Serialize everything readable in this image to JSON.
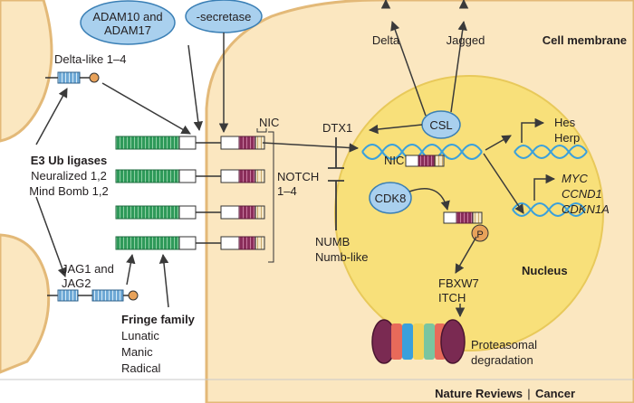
{
  "enzymes": {
    "adam": [
      "ADAM10 and",
      "ADAM17"
    ],
    "secretase": "-secretase",
    "dtx1": "DTX1",
    "cdk8": "CDK8",
    "csl": "CSL",
    "phospho": "P"
  },
  "ligands": {
    "delta_like": "Delta-like 1–4",
    "jag": [
      "JAG1 and",
      "JAG2"
    ],
    "delta_out": "Delta",
    "jagged_out": "Jagged"
  },
  "e3": {
    "title": "E3 Ub ligases",
    "lines": [
      "Neuralized 1,2",
      "Mind Bomb 1,2"
    ]
  },
  "fringe": {
    "title": "Fringe family",
    "members": [
      "Lunatic",
      "Manic",
      "Radical"
    ]
  },
  "receptor": {
    "nic_top": "NIC",
    "notch": [
      "NOTCH",
      "1–4"
    ],
    "nic_nucleus": "NIC"
  },
  "inhibitors": [
    "NUMB",
    "Numb-like"
  ],
  "targets": {
    "hes": [
      "Hes",
      "Herp"
    ],
    "genes": [
      "MYC",
      "CCND1",
      "CDKN1A"
    ]
  },
  "degradation": {
    "ubiquitin_ligases": [
      "FBXW7",
      "ITCH"
    ],
    "proteasome": [
      "Proteasomal",
      "degradation"
    ]
  },
  "compartments": {
    "membrane": "Cell membrane",
    "nucleus": "Nucleus"
  },
  "credit": {
    "journal": "Nature Reviews",
    "sep": "|",
    "section": "Cancer"
  },
  "colors": {
    "cell": "#fbe7c0",
    "cell_border": "#e9c68a",
    "nucleus": "#f8e07a",
    "protein": "#a9d0ee",
    "receptor_green": "#2f9a5a",
    "receptor_purple": "#8a2d5a",
    "dna": "#3aa0dc",
    "arrow": "#3a3a3a"
  }
}
